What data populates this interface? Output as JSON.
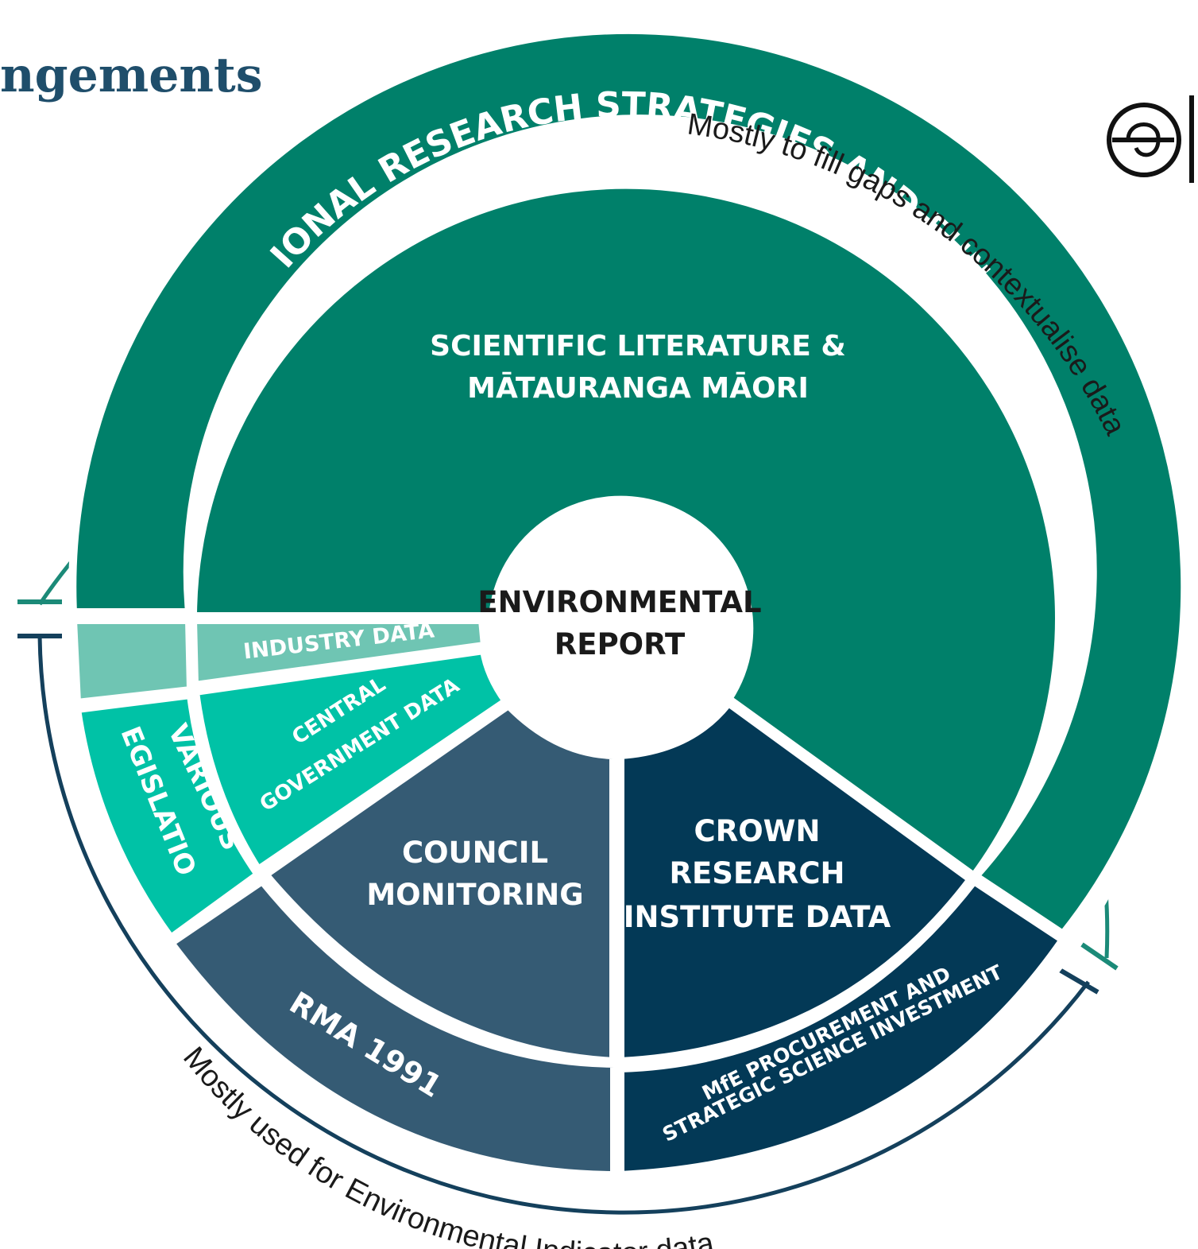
{
  "header": {
    "title_fragment": "ngements"
  },
  "colors": {
    "teal_dark": "#00806a",
    "teal_light": "#6fc5b3",
    "teal_bright": "#00c2a6",
    "slate": "#355b74",
    "navy": "#033956",
    "outline_teal": "#1b8a78",
    "outline_navy": "#14405c"
  },
  "diagram": {
    "center": {
      "line1": "ENVIRONMENTAL",
      "line2": "REPORT"
    },
    "outer_ring": {
      "national_research": "NATIONAL RESEARCH STRATEGIES AND FUNDS",
      "various_legislation_line1": "VARIOUS",
      "various_legislation_line2": "LEGISLATION",
      "rma": "RMA 1991",
      "mfe_line1": "MfE PROCUREMENT AND",
      "mfe_line2": "STRATEGIC SCIENCE INVESTMENT"
    },
    "inner_ring": {
      "scientific_line1": "SCIENTIFIC LITERATURE &",
      "scientific_line2": "MĀTAURANGA MĀORI",
      "industry": "INDUSTRY DATA",
      "central_line1": "CENTRAL",
      "central_line2": "GOVERNMENT DATA",
      "council_line1": "COUNCIL",
      "council_line2": "MONITORING",
      "crown_line1": "CROWN",
      "crown_line2": "RESEARCH",
      "crown_line3": "INSTITUTE DATA"
    },
    "annotations": {
      "top": "Mostly to fill gaps and contextualise data",
      "bottom": "Mostly used for Environmental Indicator data"
    }
  },
  "logo": {
    "icon": "ae-logo-icon"
  }
}
